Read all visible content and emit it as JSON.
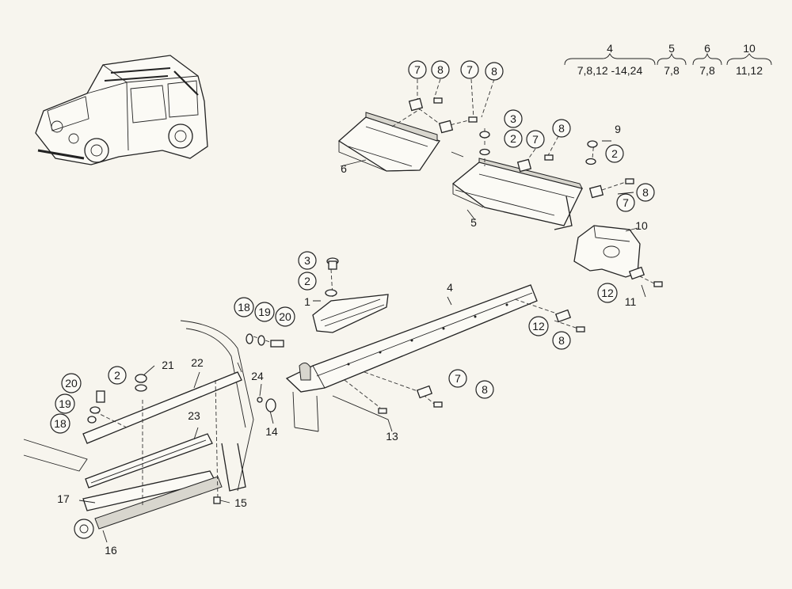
{
  "legend": [
    {
      "num": "4",
      "text": "7,8,12 -14,24"
    },
    {
      "num": "5",
      "text": "7,8"
    },
    {
      "num": "6",
      "text": "7,8"
    },
    {
      "num": "10",
      "text": "11,12"
    }
  ],
  "callouts": {
    "c7a": "7",
    "c8a": "8",
    "c7b": "7",
    "c8b": "8",
    "c3a": "3",
    "c2a": "2",
    "c7c": "7",
    "c8c": "8",
    "c2b": "2",
    "c8d": "8",
    "c7d": "7",
    "c12a": "12",
    "c3b": "3",
    "c2c": "2",
    "c18a": "18",
    "c19a": "19",
    "c20a": "20",
    "c12b": "12",
    "c8e": "8",
    "c2d": "2",
    "c20b": "20",
    "c19b": "19",
    "c18b": "18",
    "c7e": "7",
    "c8f": "8"
  },
  "labels": {
    "l6": "6",
    "l9": "9",
    "l5": "5",
    "l10": "10",
    "l11": "11",
    "l1": "1",
    "l4": "4",
    "l21": "21",
    "l22": "22",
    "l24": "24",
    "l14": "14",
    "l13": "13",
    "l23": "23",
    "l17": "17",
    "l15": "15",
    "l16": "16"
  }
}
